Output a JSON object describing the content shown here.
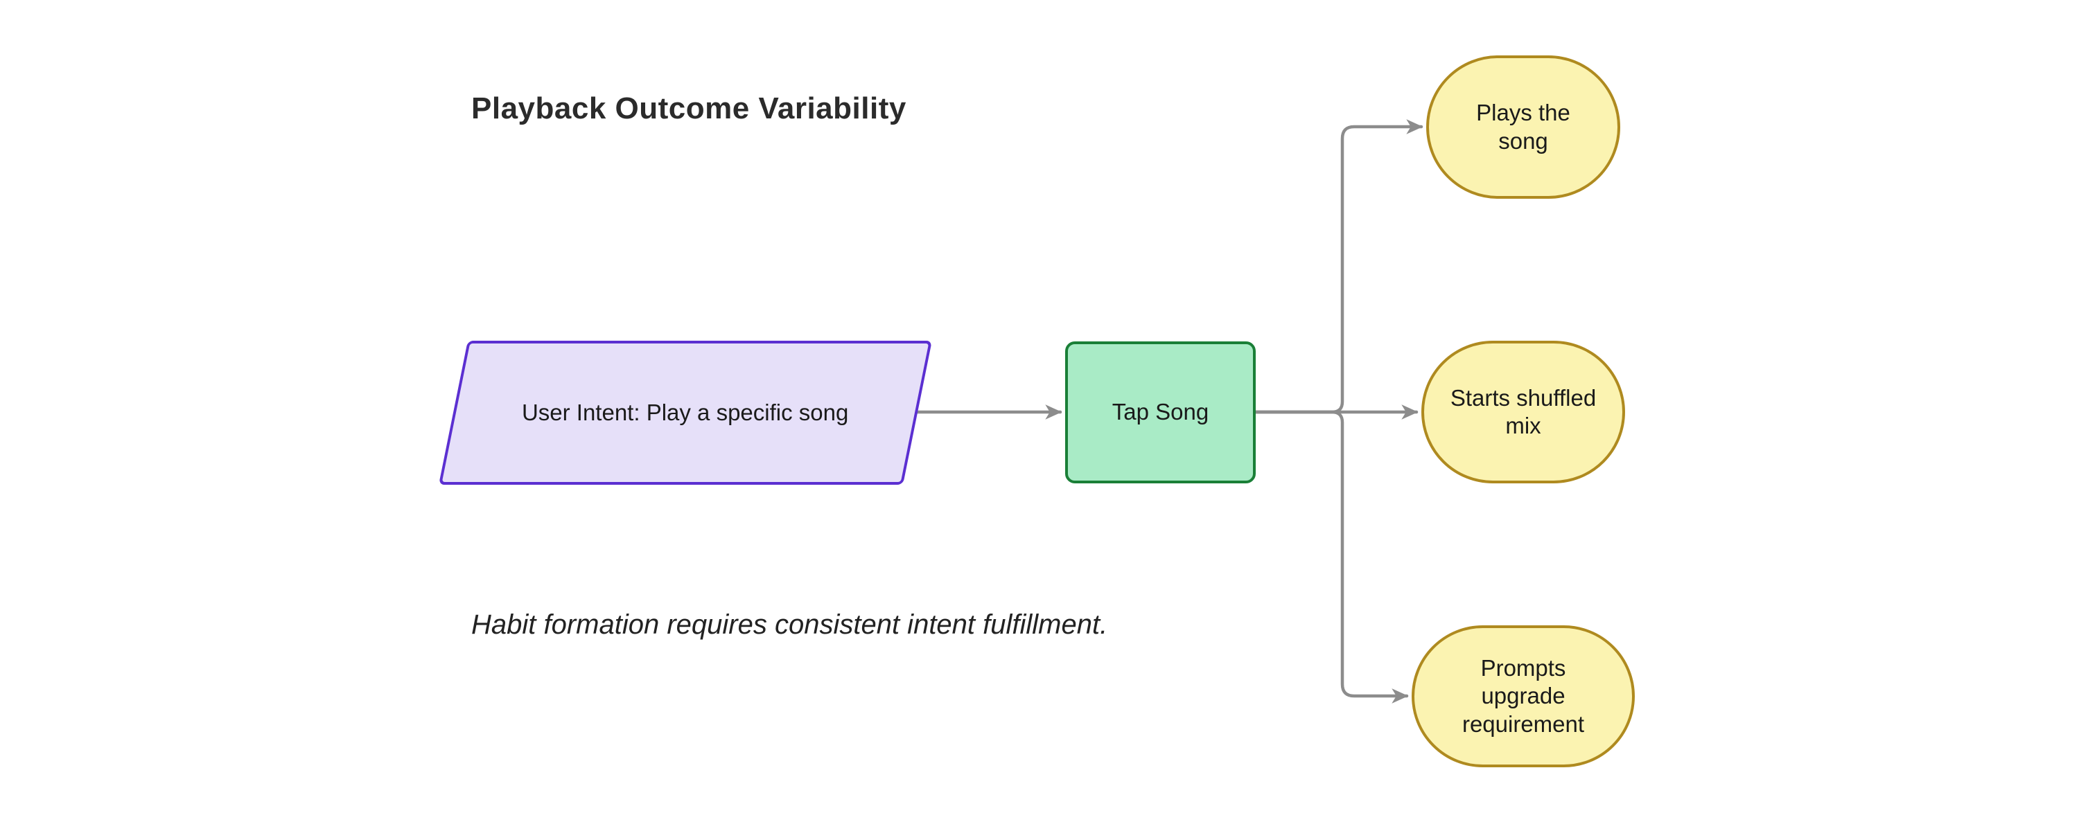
{
  "diagram": {
    "title": "Playback Outcome Variability",
    "caption": "Habit formation requires consistent intent fulfillment.",
    "nodes": {
      "user_intent": {
        "label": "User Intent: Play a specific song",
        "shape": "parallelogram"
      },
      "tap_song": {
        "label": "Tap Song",
        "shape": "rounded-rectangle"
      },
      "plays_song": {
        "label": "Plays the song",
        "shape": "stadium"
      },
      "shuffled_mix": {
        "label": "Starts shuffled mix",
        "shape": "stadium"
      },
      "upgrade_prompt": {
        "label": "Prompts upgrade requirement",
        "shape": "stadium"
      }
    },
    "edges": [
      {
        "from": "user_intent",
        "to": "tap_song"
      },
      {
        "from": "tap_song",
        "to": "plays_song"
      },
      {
        "from": "tap_song",
        "to": "shuffled_mix"
      },
      {
        "from": "tap_song",
        "to": "upgrade_prompt"
      }
    ],
    "colors": {
      "background": "#ffffff",
      "intent_fill": "#e6e0f9",
      "intent_border": "#5b2fd1",
      "action_fill": "#a9ebc6",
      "action_border": "#1a7f37",
      "outcome_fill": "#fbf3b1",
      "outcome_border": "#af8a1f",
      "edge": "#8c8c8c",
      "text": "#1a1a1a",
      "title_text": "#2b2b2b"
    }
  }
}
